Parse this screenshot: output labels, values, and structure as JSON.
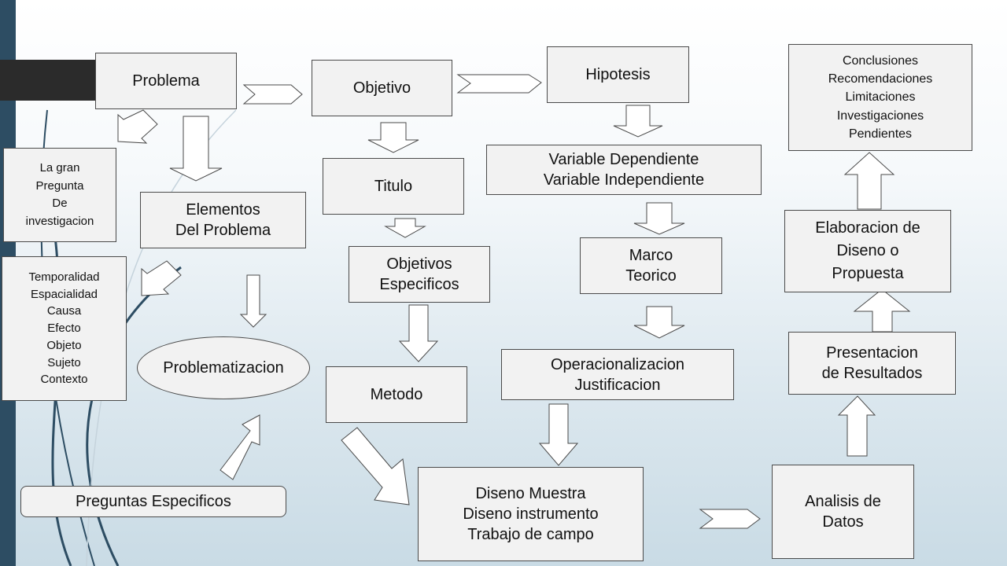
{
  "nodes": {
    "problema": "Problema",
    "la_gran_pregunta": "La gran\nPregunta\nDe\ninvestigacion",
    "elementos": "Elementos\nDel Problema",
    "temporalidad": "Temporalidad\nEspacialidad\nCausa\nEfecto\nObjeto\nSujeto\nContexto",
    "problematizacion": "Problematizacion",
    "preguntas_especificos": "Preguntas Especificos",
    "objetivo": "Objetivo",
    "titulo": "Titulo",
    "objetivos_especificos": "Objetivos\nEspecificos",
    "metodo": "Metodo",
    "hipotesis": "Hipotesis",
    "variables": "Variable Dependiente\nVariable Independiente",
    "marco_teorico": "Marco\nTeorico",
    "operacionalizacion": "Operacionalizacion\nJustificacion",
    "diseno_muestra": "Diseno Muestra\nDiseno instrumento\nTrabajo de campo",
    "analisis": "Analisis de\nDatos",
    "presentacion": "Presentacion\nde Resultados",
    "elaboracion": "Elaboracion de\nDiseno o\nPropuesta",
    "conclusiones": "Conclusiones\nRecomendaciones\nLimitaciones\nInvestigaciones\nPendientes"
  }
}
